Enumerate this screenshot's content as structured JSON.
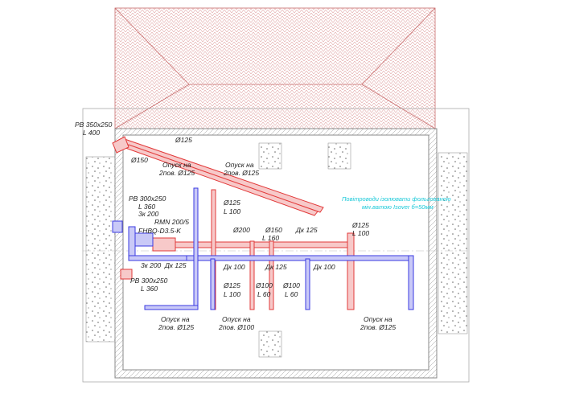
{
  "colors": {
    "supply_duct": "#e23a3a",
    "supply_fill": "#f7c9c9",
    "return_duct": "#3a3ae2",
    "return_fill": "#c9c9f7",
    "wall": "#888888",
    "roof": "#c86b6b",
    "insulation_note": "#19c9d9",
    "text": "#222222"
  },
  "labels": {
    "pv_top_size": "PB 350x250",
    "pv_top_len": "L 400",
    "d125_roof": "Ø125",
    "d150_roof": "Ø150",
    "opusk_roof_1": "Опуск на",
    "opusk_roof_2": "2пов. Ø125",
    "opusk_left_1": "Опуск на",
    "opusk_left_2": "2пов. Ø125",
    "pv_left_size": "PB 300x250",
    "pv_left_len": "L 360",
    "pv_left_dk": "3к 200",
    "rmn": "RMN 200/5",
    "fhbq": "FHBQ-D3.5-K",
    "d125_l100_a": "Ø125",
    "l100_a": "L 100",
    "d200": "Ø200",
    "d150_mid": "Ø150",
    "l160": "L 160",
    "dk125_top": "Дк 125",
    "d125_right": "Ø125",
    "l100_right": "L 100",
    "insulation_1": "Повітроводи ізолювати фольгованою",
    "insulation_2": "мін.ватою Isover б=50мм",
    "dk200_low": "3к 200",
    "dk125_low": "Дк 125",
    "pv_low_size": "PB 300x250",
    "pv_low_len": "L 360",
    "dk100_a": "Дк 100",
    "dk125_mid": "Дк 125",
    "dk100_b": "Дк 100",
    "d125_low": "Ø125",
    "l100_low": "L 100",
    "d100_a": "Ø100",
    "l60_a": "L 60",
    "d100_b": "Ø100",
    "l60_b": "L 60",
    "opusk_bl_1": "Опуск на",
    "opusk_bl_2": "2пов. Ø125",
    "opusk_bm_1": "Опуск на",
    "opusk_bm_2": "2пов. Ø100",
    "opusk_br_1": "Опуск на",
    "opusk_br_2": "2пов. Ø125"
  }
}
